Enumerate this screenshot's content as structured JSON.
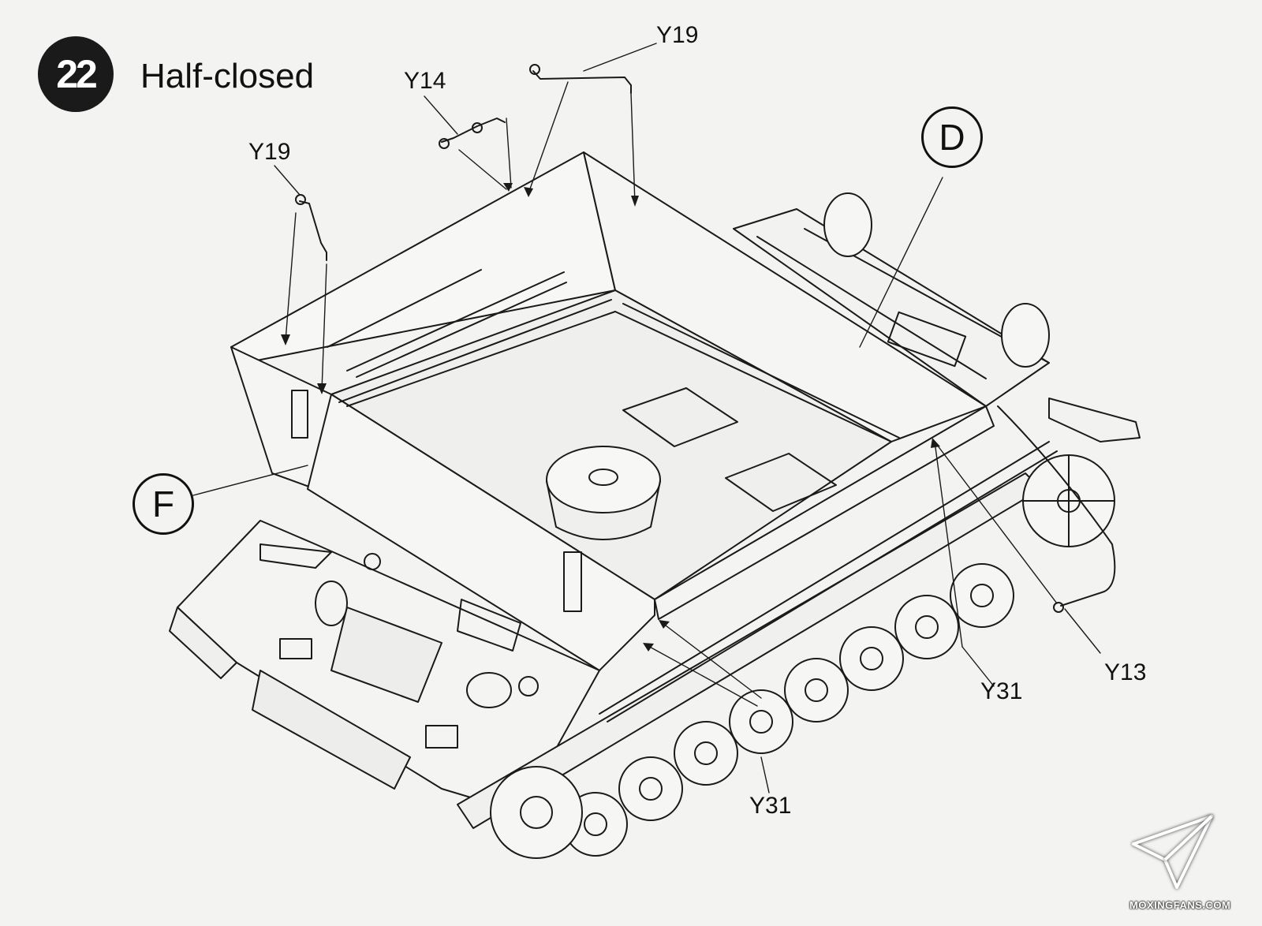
{
  "step": {
    "number": "22",
    "title": "Half-closed"
  },
  "parts": {
    "y19_top": "Y19",
    "y14": "Y14",
    "y19_left": "Y19",
    "y13": "Y13",
    "y31_right": "Y31",
    "y31_bottom": "Y31"
  },
  "subassemblies": {
    "d": "D",
    "f": "F"
  },
  "watermark": {
    "text": "MOXINGFANS.COM"
  },
  "colors": {
    "background": "#f3f3f1",
    "line": "#1a1a1a",
    "badge": "#1a1a1a"
  }
}
